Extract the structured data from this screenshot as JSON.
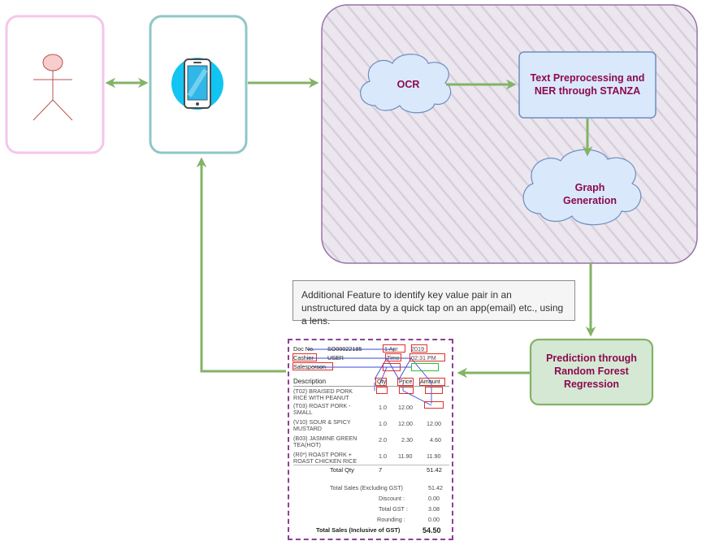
{
  "nodes": {
    "ocr": "OCR",
    "preprocess": "Text Preprocessing and NER through STANZA",
    "graph": "Graph Generation",
    "prediction": "Prediction through Random Forest Regression"
  },
  "note": "Additional Feature to identify key value pair in an unstructured data by a quick tap on an app(email) etc., using a lens.",
  "colors": {
    "arrow": "#82b366",
    "cloud_fill": "#dae8fc",
    "cloud_stroke": "#6c8ebf",
    "prediction_fill": "#d5e8d4",
    "prediction_stroke": "#82b366",
    "label_text": "#8b0a4e",
    "user_box": "#f4c6ec",
    "phone_box": "#8fc7c7",
    "container": "#9673a6"
  },
  "icons": [
    "stick-figure-icon",
    "smartphone-icon"
  ],
  "receipt": {
    "header": [
      {
        "label": "Doc No.",
        "value": "SO00022185"
      },
      {
        "label": "Cashier",
        "value": "USER"
      },
      {
        "label": "Salesperson",
        "value": ""
      }
    ],
    "top_right_a": [
      "1 Apr",
      "2019"
    ],
    "top_right_b": [
      "Time",
      "02:31 PM"
    ],
    "columns": [
      "Description",
      "Qty",
      "Price",
      "Amount"
    ],
    "items": [
      {
        "desc": [
          "(T02) BRAISED PORK",
          "RICE WITH PEANUT"
        ],
        "qty": "",
        "price": "",
        "amount": ""
      },
      {
        "desc": [
          "(T03) ROAST PORK -",
          "SMALL"
        ],
        "qty": "1.0",
        "price": "12.00",
        "amount": ""
      },
      {
        "desc": [
          "(V10) SOUR & SPICY",
          "MUSTARD"
        ],
        "qty": "1.0",
        "price": "12.00",
        "amount": "12.00"
      },
      {
        "desc": [
          "(B03) JASMINE GREEN",
          "TEA(HOT)"
        ],
        "qty": "2.0",
        "price": "2.30",
        "amount": "4.60"
      },
      {
        "desc": [
          "(R0*) ROAST PORK +",
          "ROAST CHICKEN RICE"
        ],
        "qty": "1.0",
        "price": "11.90",
        "amount": "11.90"
      }
    ],
    "total_qty_label": "Total Qty",
    "total_qty": "7",
    "subtotal": "51.42",
    "summary": [
      {
        "label": "Total Sales (Excluding GST)",
        "value": "51.42"
      },
      {
        "label": "Discount :",
        "value": "0.00"
      },
      {
        "label": "Total GST :",
        "value": "3.08"
      },
      {
        "label": "Rounding :",
        "value": "0.00"
      }
    ],
    "grand_label": "Total Sales (Inclusive of GST)",
    "grand_value": "54.50"
  }
}
